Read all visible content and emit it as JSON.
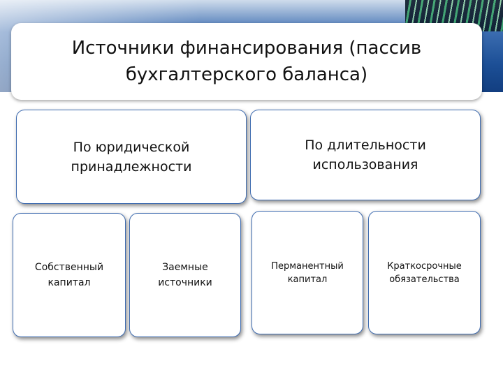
{
  "title": "Источники финансирования (пассив\nбухгалтерского баланса)",
  "categories": [
    {
      "label": "По юридической\nпринадлежности",
      "items": [
        "Собственный\nкапитал",
        "Заемные\nисточники"
      ]
    },
    {
      "label": "По длительности\nиспользования",
      "items": [
        "Перманентный\nкапитал",
        "Краткосрочные\nобязательства"
      ]
    }
  ],
  "colors": {
    "border": "#3f6cb0",
    "header": "#1c4f96"
  }
}
